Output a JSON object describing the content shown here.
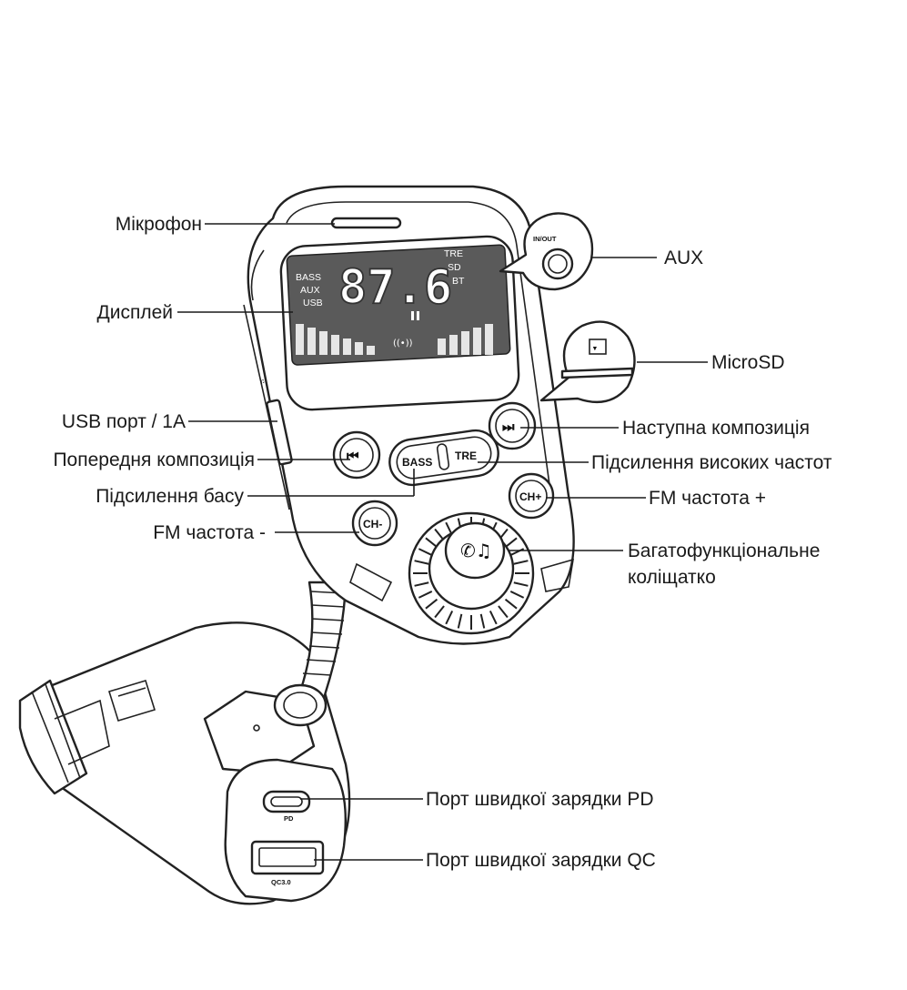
{
  "display": {
    "frequency": "87.6",
    "left_indicators": [
      "BASS",
      "AUX",
      "USB"
    ],
    "right_indicators": [
      "TRE",
      "SD",
      "BT"
    ]
  },
  "buttons": {
    "bass": "BASS",
    "treble": "TRE",
    "ch_minus": "CH-",
    "ch_plus": "CH+"
  },
  "aux_port_label": "IN/OUT",
  "ports": {
    "pd": "PD",
    "qc": "QC3.0"
  },
  "callouts": {
    "microphone": "Мікрофон",
    "display": "Дисплей",
    "usb_port": "USB порт / 1A",
    "previous_track": "Попередня композиція",
    "bass_boost": "Підсилення басу",
    "fm_minus": "FM частота -",
    "aux": "AUX",
    "microsd": "MicroSD",
    "next_track": "Наступна композиція",
    "treble_boost": "Підсилення високих частот",
    "fm_plus": "FM частота +",
    "knob_line1": "Багатофункціональне",
    "knob_line2": "коліщатко",
    "pd_port": "Порт швидкої зарядки PD",
    "qc_port": "Порт швидкої зарядки QC"
  }
}
